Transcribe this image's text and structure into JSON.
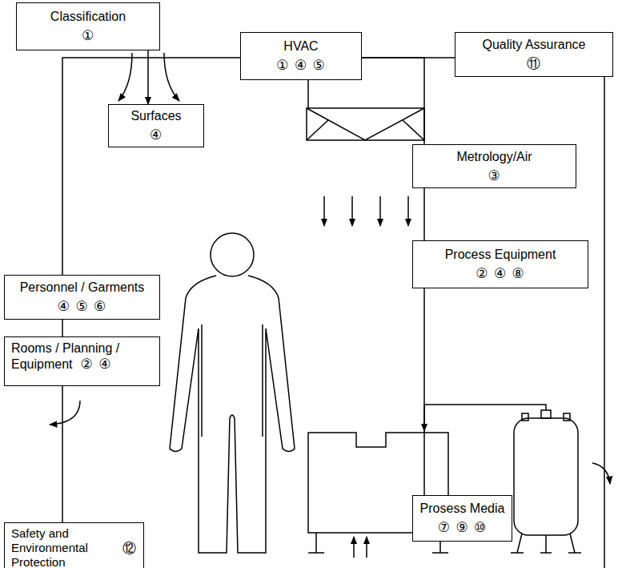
{
  "diagram": {
    "nodes": [
      {
        "text": [
          "Classification",
          "①"
        ]
      },
      {
        "text": [
          "HVAC",
          "① ④ ⑤"
        ]
      },
      {
        "text": [
          "Quality Assurance",
          "⑪"
        ]
      },
      {
        "text": [
          "Surfaces",
          "④"
        ]
      },
      {
        "text": [
          "Metrology/Air",
          "③"
        ]
      },
      {
        "text": [
          "Personnel / Garments",
          "④ ⑤ ⑥"
        ]
      },
      {
        "text": [
          "Process Equipment",
          "② ④ ⑧"
        ]
      },
      {
        "text": [
          "Rooms / Planning / Equipment",
          "② ④"
        ]
      },
      {
        "text": [
          "Prosess Media",
          "⑦ ⑨ ⑩"
        ]
      },
      {
        "text": [
          "Safety and Environmental Protection",
          "⑫"
        ]
      }
    ],
    "edges": [
      {
        "from": 1,
        "to": 2,
        "arrow": "none"
      },
      {
        "from": 1,
        "to": 5,
        "arrow": "none"
      },
      {
        "from": 0,
        "to": 3,
        "arrow": "to"
      },
      {
        "from": 1,
        "to": 4,
        "arrow": "none"
      },
      {
        "from": 4,
        "to": 6,
        "arrow": "none"
      },
      {
        "from": 6,
        "to": 8,
        "arrow": "none"
      },
      {
        "from": 5,
        "to": 7,
        "arrow": "none"
      },
      {
        "from": 7,
        "to": 9,
        "arrow": "none"
      },
      {
        "from": 9,
        "to": 2,
        "arrow": "none"
      }
    ]
  }
}
